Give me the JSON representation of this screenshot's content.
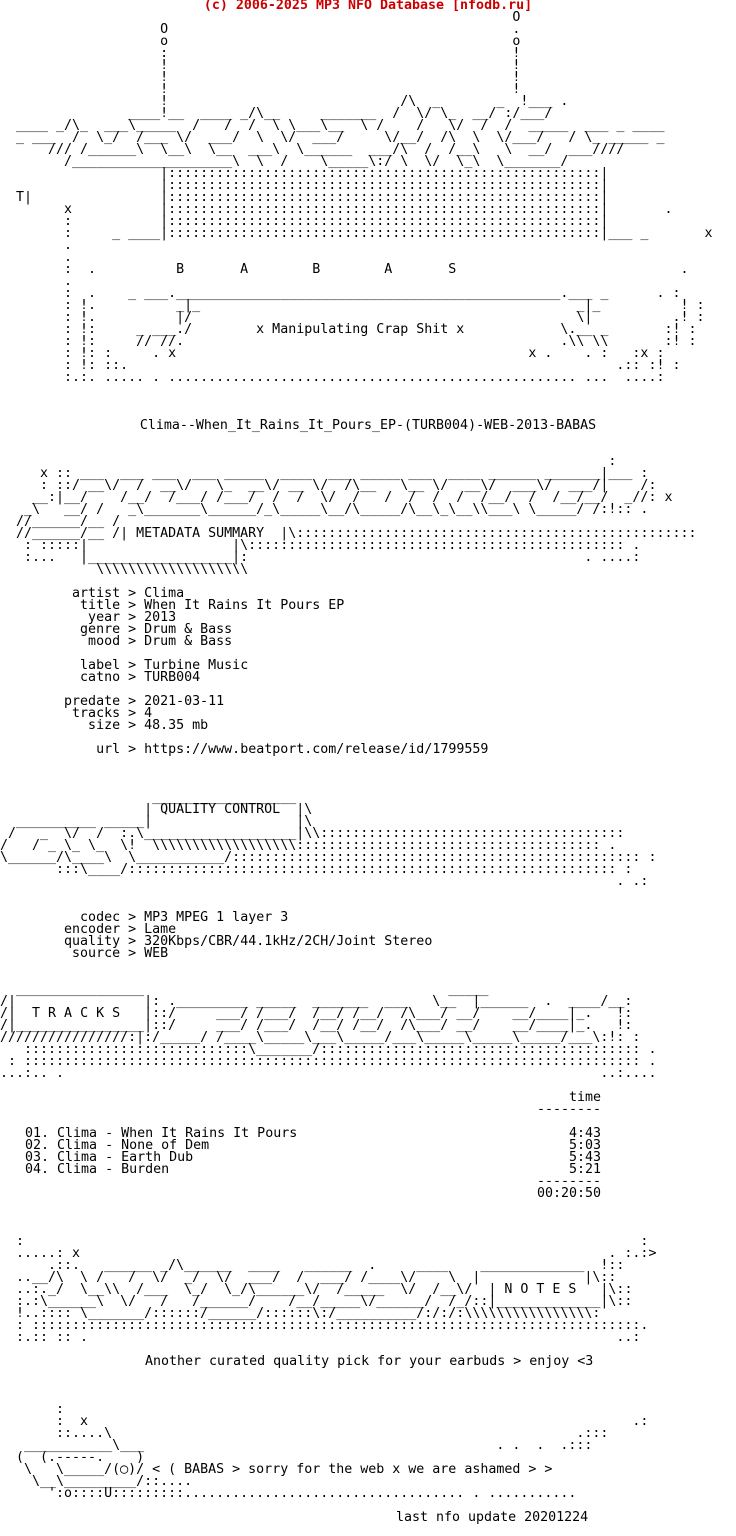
{
  "header": {
    "copyright": "(c) 2006-2025 MP3 NFO Database [nfodb.ru]",
    "color": "#cc0000"
  },
  "logo": {
    "art": [
      "                                                                O",
      "                    O                                           .",
      "                    o                                           o",
      "                    :                                           !",
      "                    !                                           !",
      "                    !                                           !",
      "                    !                                           !",
      "                    !                             /\\  _       _  !___ .",
      "                ____!__  ____ _/\\__     _______  /  \\/ \\_  __/ :/___/",
      "  ____ _/\\_  ___\\_____  /   /  /  \\ \\___\\__  \\ /    /   \\/  /  /  _____  ___ _ ____",
      "  _ ___  /  \\_/  /___ \\/  ___/  \\  \\/  ___/     \\/__/  /\\  \\  \\/___/   / \\_ _____ _",
      "      /// /______\\  \\__\\  \\__  ___\\  \\______  ___/\\  /  /__\\   \\  __/  ___////",
      "        /____________________\\  \\  /    \\_____\\:/ \\  \\/  \\_\\  \\_______/",
      "                    |::::::::::::::::::::::::::::::::::::::::::::::::::::::|",
      "                    |::::::::::::::::::::::::::::::::::::::::::::::::::::::|",
      "  T|                |::::::::::::::::::::::::::::::::::::::::::::::::::::::|",
      "        x           |::::::::::::::::::::::::::::::::::::::::::::::::::::::|       .",
      "        :           |::::::::::::::::::::::::::::::::::::::::::::::::::::::|",
      "        :     _ ____|::::::::::::::::::::::::::::::::::::::::::::::::::::::|___ _       x",
      "        .",
      "        .",
      "        :  .          B       A        B        A       S                            .",
      "        .",
      "        :  .    _ ___.________________________________________________.___ _      . :",
      "        : !.          _|_                                               _|_          ! :",
      "        : !.          |/                                                \\|          .! :",
      "        : !:     _ ___./        x Manipulating Crap Shit x            \\.__ _       :! :",
      "        : !:     // //.                                               .\\\\ \\\\       :! :",
      "        : !: :     . x                                            x .    . :   :x :",
      "        : !: ::.                                                             .:: :! :",
      "        :.:. ..... . ................................................... ...  ....:"
    ]
  },
  "release": {
    "name": "Clima--When_It_Rains_It_Pours_EP-(TURB004)-WEB-2013-BABAS"
  },
  "metadata_banner": {
    "title": "METADATA SUMMARY",
    "art_top": [
      "                                                                            :",
      "     x :: ___  ___ ___  ___ _____  ____  ___ _____ ___  ____ ______ _______|___ :",
      "     : ::/ __\\/  /  __\\/   \\_  __\\/ __ \\/  /\\__   \\__ \\/  __\\/  ___\\/  ___/|    /:",
      "    __:|__/    /__/  /___/ /___/  /  /  \\/  /   /  /  /  /  /__/  /  /__/__/  _//: x",
      "   _\\   __/ /   _\\_______\\______/_\\_____\\__/\\_____/\\__\\_\\__\\\\___\\ \\_____/ /:!:: .",
      "  //______/__ /"
    ],
    "art_bottom": [
      "   : :::::|                  |\\::::::::::::::::::::::::::::::::::::::::::::::: .",
      "   :...   |__________________|:                                          . ....:",
      "            \\\\\\\\\\\\\\\\\\\\\\\\\\\\\\\\\\\\\\"
    ]
  },
  "metadata": {
    "fields": [
      {
        "key": "artist",
        "value": "Clima"
      },
      {
        "key": "title",
        "value": "When It Rains It Pours EP"
      },
      {
        "key": "year",
        "value": "2013"
      },
      {
        "key": "genre",
        "value": "Drum & Bass"
      },
      {
        "key": "mood",
        "value": "Drum & Bass"
      },
      {
        "key": "",
        "value": ""
      },
      {
        "key": "label",
        "value": "Turbine Music"
      },
      {
        "key": "catno",
        "value": "TURB004"
      },
      {
        "key": "",
        "value": ""
      },
      {
        "key": "predate",
        "value": "2021-03-11"
      },
      {
        "key": "tracks",
        "value": "4"
      },
      {
        "key": "size",
        "value": "48.35 mb"
      },
      {
        "key": "",
        "value": ""
      },
      {
        "key": "url",
        "value": "https://www.beatport.com/release/id/1799559"
      }
    ]
  },
  "quality_banner": {
    "title": "QUALITY CONTROL",
    "art": [
      "                   __________________",
      "                  |                  |\\",
      "  __________ _____|                  |\\",
      " /   _  \\/  /  :.\\___________________|\\\\::::::::::::::::::::::::::::::::::::::",
      "/   / _ \\_ \\_  \\!  \\\\\\\\\\\\\\\\\\\\\\\\\\\\\\\\\\\\:::::::::::::::::::::::::::::::::::::: .",
      "\\______/\\____\\  \\___________/::::::::::::::::::::::::::::::::::::::::::::::::::: :",
      "       :::\\____/::::::::::::::::::::::::::::::::::::::::::::::::::::::::::::: :",
      "                                                                             . .:"
    ]
  },
  "quality": {
    "fields": [
      {
        "key": "codec",
        "value": "MP3 MPEG 1 layer 3"
      },
      {
        "key": "encoder",
        "value": "Lame"
      },
      {
        "key": "quality",
        "value": "320Kbps/CBR/44.1kHz/2CH/Joint Stereo"
      },
      {
        "key": "source",
        "value": "WEB"
      }
    ]
  },
  "tracks_banner": {
    "title": "T R A C K S",
    "art": [
      "  ________________                                      _____                    ",
      "/|                |: ._________ _____  _______  ___   \\__  |______  .  ____/__:",
      "/|                |::|//       /_\\_  \\/    \\ /   \\/    \\/  |      \\/  \\/  /_\\:",
      "/|________________|::/     ___/ /___/  /__/ /__/  /\\___/ __/    __/____|_.   !:",
      "////////////////:|:/_____/ /____\\_____\\___\\_____/___\\_____\\_____\\_____/___\\:!: :",
      "   ::::::::::::::::::::::::::::\\_______/:::::::::::::::::::::::::::::::::::::::: .",
      " : ::::::::::::::::::::::::::::::::::::::::::::::::::::::::::::::::::::::::::::: .",
      "...:.. .                                                                   ..:...."
    ]
  },
  "tracklist": {
    "time_header": "time",
    "divider": "--------",
    "tracks": [
      {
        "num": "01.",
        "artist": "Clima",
        "title": "When It Rains It Pours",
        "time": "4:43"
      },
      {
        "num": "02.",
        "artist": "Clima",
        "title": "None of Dem",
        "time": "5:03"
      },
      {
        "num": "03.",
        "artist": "Clima",
        "title": "Earth Dub",
        "time": "5:43"
      },
      {
        "num": "04.",
        "artist": "Clima",
        "title": "Burden",
        "time": "5:21"
      }
    ],
    "total": "00:20:50"
  },
  "notes_banner": {
    "title": "N O T E S",
    "art": [
      "  :                                                                             :",
      "  .....: x                                                                  . :.:>",
      "      .::.   ______ _/\\______  ____   ______  .     ____    _____________  !::",
      "  ..__/\\  \\ /   /  \\/  _/  \\/  ___/  /  ___/ /____\\/    \\  |             |\\::",
      "  ..:._/  \\__\\\\  /___  \\_/  \\_/\\______\\/  /_____  \\/  /__\\/  |             |\\::",
      "  :.:\\______\\  \\/   /   /______/    /__/_____\\/______/  /_/::|_____________|\\::",
      "  !..:::: \\_______/::::::/______/::::::\\:/__________/:/:/:\\\\\\\\\\\\\\\\\\\\\\\\\\\\\\\\:",
      "  : ::::::::::::::::::::::::::::::::::::::::::::::::::::::::::::::::::::::::::::.",
      "  :.:: :: .                                                                  ..:"
    ],
    "text": "Another curated quality pick for your earbuds > enjoy <3"
  },
  "footer": {
    "art": [
      "       :",
      "       :  x                                                                    .:",
      "       ::....\\                                                          .:::",
      "   ___________\\___                                            . .  .  .:::",
      "  (  (.-----.    )"
    ],
    "message_prefix": "   \\   \\_____/(◯)/ ",
    "message": "< ( BABAS > sorry for the web x we are ashamed > >",
    "art_after": [
      "    \\__\\_________/::....",
      "      ':o::::U:::::::::................................... . ..........."
    ],
    "last_update": "last nfo update 20201224"
  }
}
